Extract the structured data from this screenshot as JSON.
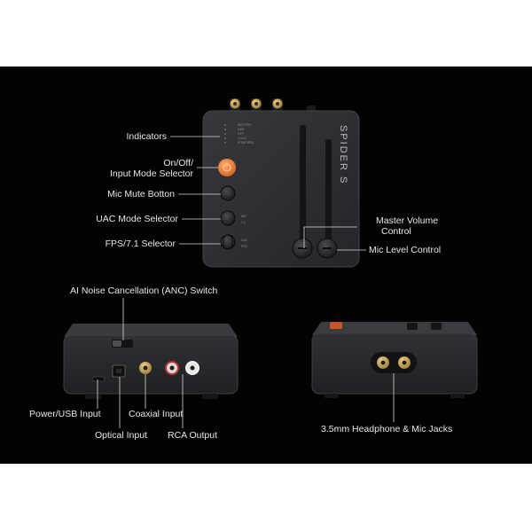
{
  "brand": "SPIDER S",
  "top_device": {
    "indicator_labels": [
      "BATTERY",
      "USB",
      "OPT",
      "COAX",
      "POWERED"
    ],
    "bottom_labels": [
      "MIC",
      "7.1",
      "UAC",
      "FPS"
    ]
  },
  "callouts": {
    "indicators": "Indicators",
    "on_off": [
      "On/Off/",
      "Input Mode Selector"
    ],
    "mic_mute": "Mic Mute Botton",
    "uac_mode": "UAC Mode Selector",
    "fps": "FPS/7.1 Selector",
    "master_volume": [
      "Master Volume",
      "Control"
    ],
    "mic_level": "Mic Level Control",
    "anc": "AI Noise Cancellation (ANC) Switch",
    "power_usb": "Power/USB Input",
    "optical": "Optical Input",
    "coaxial": "Coaxial Input",
    "rca": "RCA Output",
    "jacks": "3.5mm Headphone & Mic Jacks"
  },
  "colors": {
    "background": "#030303",
    "device": "#2b2c2f",
    "accent": "#e9722a",
    "line": "#d9d9d9"
  }
}
